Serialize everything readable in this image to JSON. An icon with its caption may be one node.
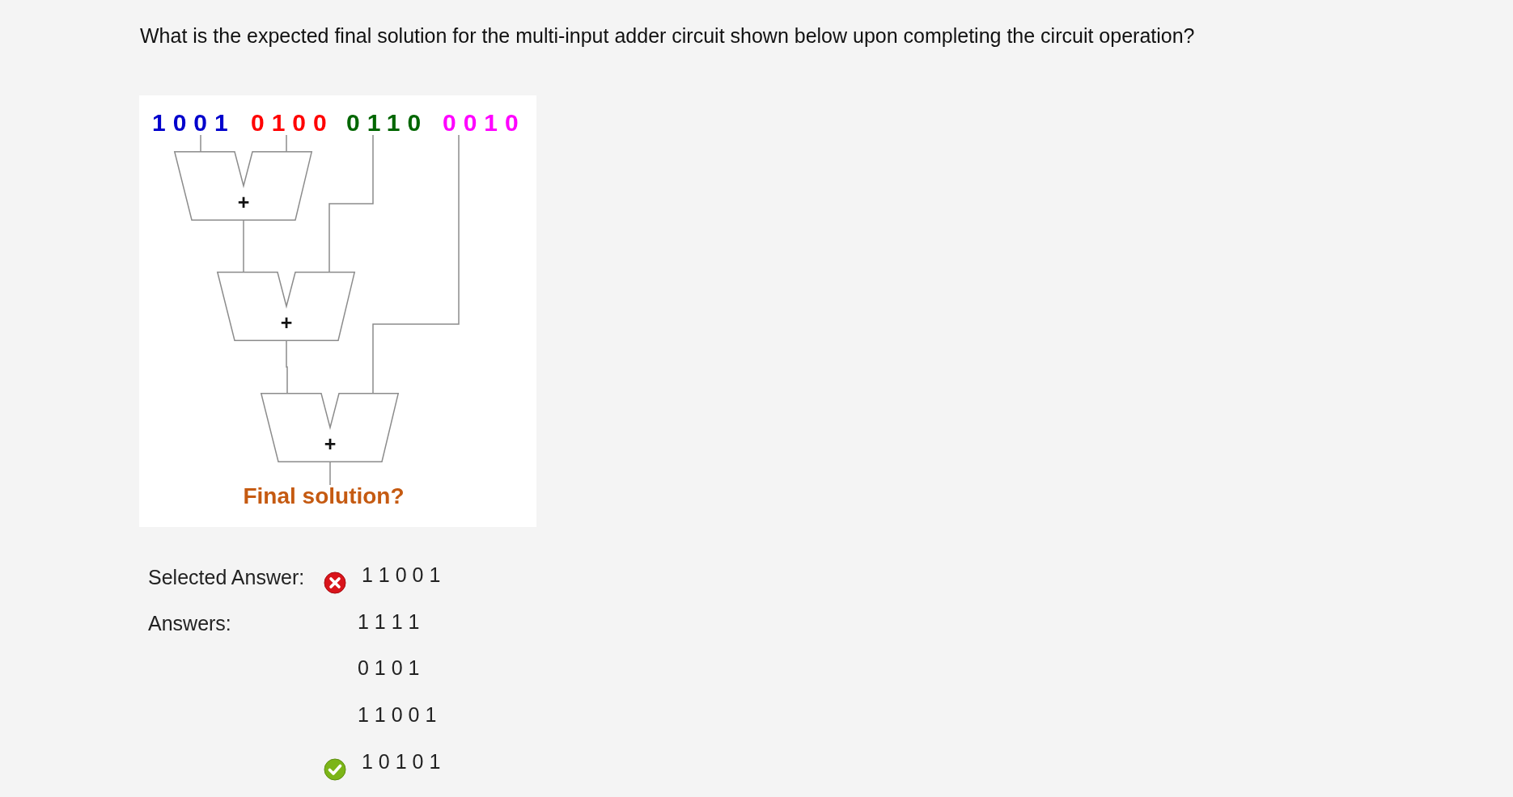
{
  "diagram": {
    "title": "What is the expected final solution for the multi-input adder circuit shown below upon completing the circuit operation?",
    "nodes": [
      {
        "text": [
          "1001"
        ]
      },
      {
        "text": [
          "0100"
        ]
      },
      {
        "text": [
          "0110"
        ]
      },
      {
        "text": [
          "0010"
        ]
      },
      {
        "text": [
          "+"
        ]
      },
      {
        "text": [
          "+"
        ]
      },
      {
        "text": [
          "+"
        ]
      },
      {
        "text": [
          "Final solution?"
        ]
      }
    ],
    "edges": [
      {
        "from": 0,
        "to": 4,
        "arrow": "none"
      },
      {
        "from": 1,
        "to": 4,
        "arrow": "none"
      },
      {
        "from": 4,
        "to": 5,
        "arrow": "none"
      },
      {
        "from": 2,
        "to": 5,
        "arrow": "none"
      },
      {
        "from": 5,
        "to": 6,
        "arrow": "none"
      },
      {
        "from": 3,
        "to": 6,
        "arrow": "none"
      },
      {
        "from": 6,
        "to": 7,
        "arrow": "none"
      }
    ],
    "labels": [
      "Selected Answer:",
      "1 1 0 0 1",
      "Answers:",
      "1 1 1 1",
      "0 1 0 1",
      "1 1 0 0 1",
      "1 0 1 0 1"
    ]
  }
}
